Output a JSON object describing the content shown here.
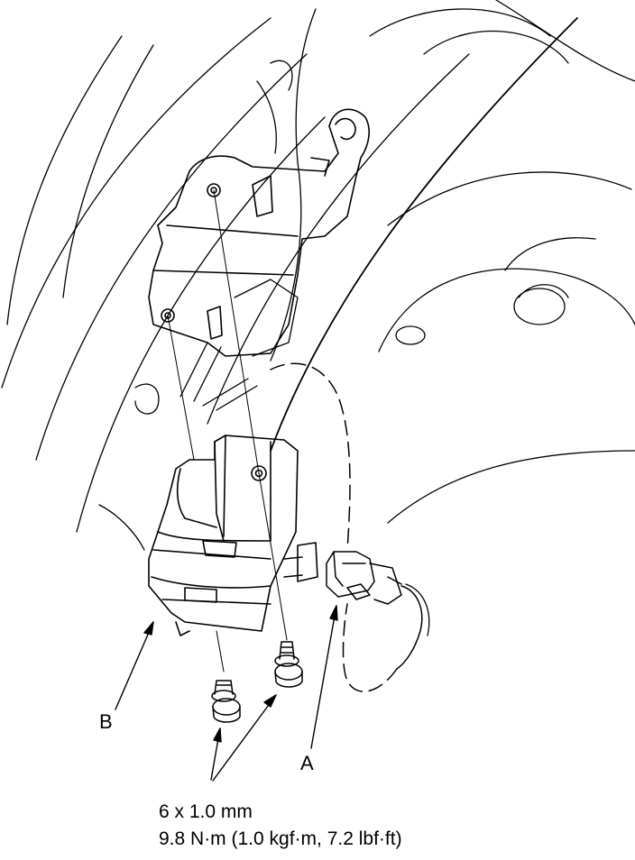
{
  "callouts": {
    "b": "B",
    "a": "A"
  },
  "fastener_spec": {
    "size": "6 x 1.0 mm",
    "torque": "9.8 N·m (1.0 kgf·m, 7.2 lbf·ft)"
  },
  "colors": {
    "line": "#000000",
    "background": "#ffffff"
  }
}
